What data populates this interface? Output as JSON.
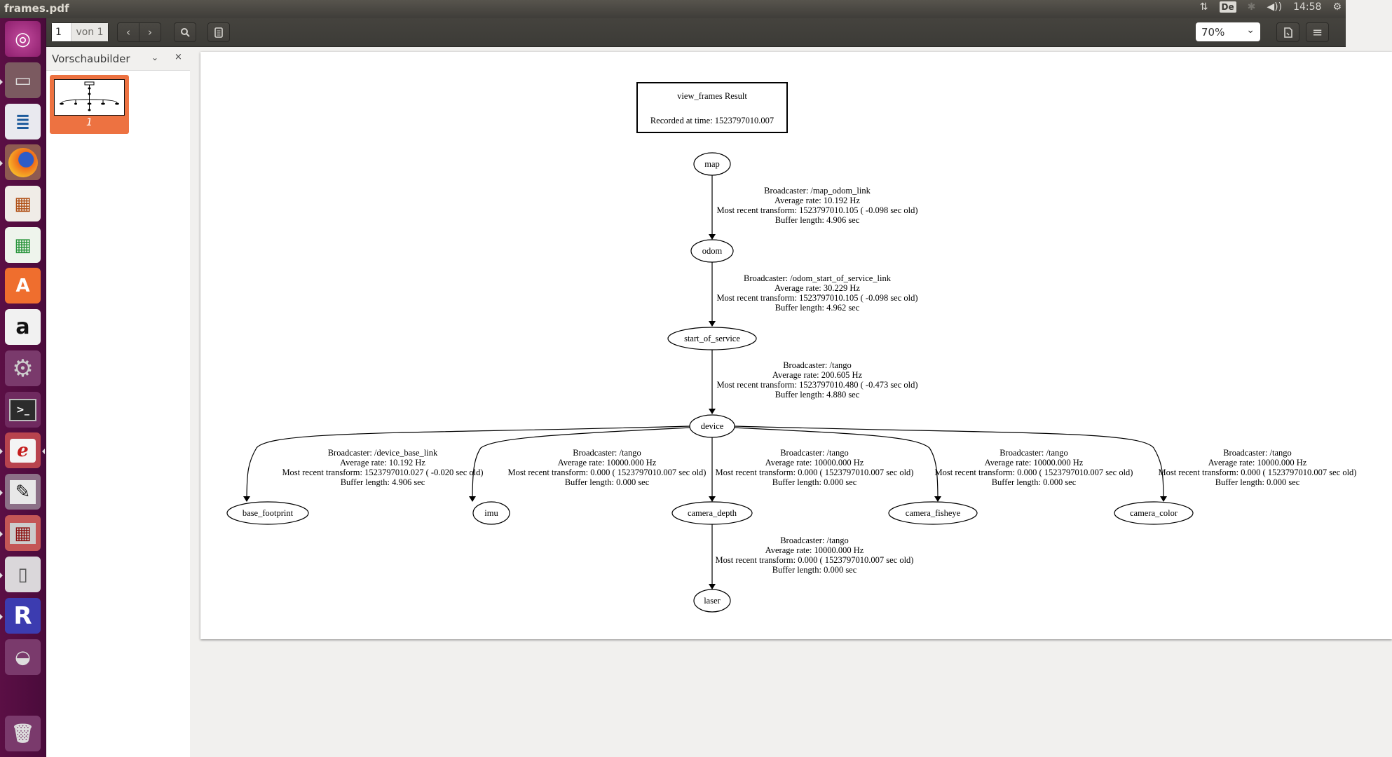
{
  "window": {
    "title": "frames.pdf"
  },
  "indicators": {
    "network": "⇅",
    "keyboard": "De",
    "bluetooth": "✱",
    "volume": "◀))",
    "time": "14:58",
    "power": "⚙"
  },
  "toolbar": {
    "page_current": "1",
    "page_total": "von 1",
    "prev_icon": "‹",
    "next_icon": "›",
    "search_icon": "🔍",
    "annotations_icon": "▤",
    "zoom_value": "70%",
    "zoom_chevron": "⌄",
    "save_icon": "🗎",
    "menu_icon": "≡"
  },
  "launcher": {
    "items": [
      {
        "name": "ubuntu-dash",
        "glyph": "◎",
        "bg": "#a4307f"
      },
      {
        "name": "files",
        "glyph": "▭",
        "bg": "#a8a8a8"
      },
      {
        "name": "libreoffice-writer",
        "glyph": "≣",
        "bg": "#2a6bb0"
      },
      {
        "name": "firefox",
        "glyph": "◉",
        "bg": "#e86a22"
      },
      {
        "name": "libreoffice-impress",
        "glyph": "▦",
        "bg": "#c55b1d"
      },
      {
        "name": "libreoffice-calc",
        "glyph": "▦",
        "bg": "#2a9a3a"
      },
      {
        "name": "ubuntu-software",
        "glyph": "A",
        "bg": "#ef6e2e"
      },
      {
        "name": "amazon",
        "glyph": "a",
        "bg": "#f2f2f2"
      },
      {
        "name": "system-settings",
        "glyph": "⚙",
        "bg": "#8a8a8a"
      },
      {
        "name": "terminal",
        "glyph": ">_",
        "bg": "#2c2c2c"
      },
      {
        "name": "document-viewer",
        "glyph": "ℯ",
        "bg": "#f4f4f4"
      },
      {
        "name": "text-editor",
        "glyph": "✎",
        "bg": "#dcdcdc"
      },
      {
        "name": "terminator",
        "glyph": "▦",
        "bg": "#b41d1d"
      },
      {
        "name": "libreoffice",
        "glyph": "▯",
        "bg": "#e8e8e8"
      },
      {
        "name": "rstudio",
        "glyph": "R",
        "bg": "#3a3ab8"
      },
      {
        "name": "disk",
        "glyph": "◒",
        "bg": "#bdbdbd"
      },
      {
        "name": "trash",
        "glyph": "🗑",
        "bg": "#9e9e9e"
      }
    ]
  },
  "sidebar": {
    "title": "Vorschaubilder",
    "dropdown_icon": "⌄",
    "close_icon": "×",
    "thumbnails": [
      {
        "page": "1",
        "selected": true
      }
    ]
  },
  "document": {
    "header": {
      "title": "view_frames Result",
      "recorded": "Recorded at time: 1523797010.007"
    },
    "nodes": {
      "map": "map",
      "odom": "odom",
      "start_of_service": "start_of_service",
      "device": "device",
      "base_footprint": "base_footprint",
      "imu": "imu",
      "camera_depth": "camera_depth",
      "camera_fisheye": "camera_fisheye",
      "camera_color": "camera_color",
      "laser": "laser"
    },
    "edges": {
      "map_odom": [
        "Broadcaster: /map_odom_link",
        "Average rate: 10.192 Hz",
        "Most recent transform: 1523797010.105 ( -0.098 sec old)",
        "Buffer length: 4.906 sec"
      ],
      "odom_sos": [
        "Broadcaster: /odom_start_of_service_link",
        "Average rate: 30.229 Hz",
        "Most recent transform: 1523797010.105 ( -0.098 sec old)",
        "Buffer length: 4.962 sec"
      ],
      "sos_device": [
        "Broadcaster: /tango",
        "Average rate: 200.605 Hz",
        "Most recent transform: 1523797010.480 ( -0.473 sec old)",
        "Buffer length: 4.880 sec"
      ],
      "device_base": [
        "Broadcaster: /device_base_link",
        "Average rate: 10.192 Hz",
        "Most recent transform: 1523797010.027 ( -0.020 sec old)",
        "Buffer length: 4.906 sec"
      ],
      "device_imu": [
        "Broadcaster: /tango",
        "Average rate: 10000.000 Hz",
        "Most recent transform: 0.000 ( 1523797010.007 sec old)",
        "Buffer length: 0.000 sec"
      ],
      "device_depth": [
        "Broadcaster: /tango",
        "Average rate: 10000.000 Hz",
        "Most recent transform: 0.000 ( 1523797010.007 sec old)",
        "Buffer length: 0.000 sec"
      ],
      "device_fisheye": [
        "Broadcaster: /tango",
        "Average rate: 10000.000 Hz",
        "Most recent transform: 0.000 ( 1523797010.007 sec old)",
        "Buffer length: 0.000 sec"
      ],
      "device_color": [
        "Broadcaster: /tango",
        "Average rate: 10000.000 Hz",
        "Most recent transform: 0.000 ( 1523797010.007 sec old)",
        "Buffer length: 0.000 sec"
      ],
      "depth_laser": [
        "Broadcaster: /tango",
        "Average rate: 10000.000 Hz",
        "Most recent transform: 0.000 ( 1523797010.007 sec old)",
        "Buffer length: 0.000 sec"
      ]
    }
  }
}
